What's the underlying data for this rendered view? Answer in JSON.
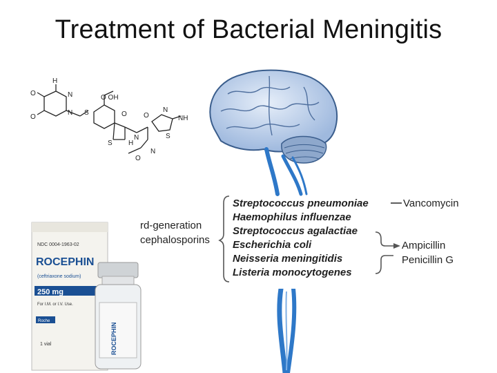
{
  "slide": {
    "title": "Treatment of Bacterial Meningitis"
  },
  "organisms": [
    "Streptococcus pneumoniae",
    "Haemophilus influenzae",
    "Streptococcus agalactiae",
    "Escherichia coli",
    "Neisseria meningitidis",
    "Listeria monocytogenes"
  ],
  "treatments": {
    "third_gen_line1": "rd-generation",
    "third_gen_line2": "cephalosporins",
    "vancomycin": "Vancomycin",
    "ampicillin": "Ampicillin",
    "penicillin": "Penicillin G"
  },
  "molecule_labels": {
    "o1": "O",
    "h1": "H",
    "n1": "N",
    "n2": "N",
    "n3": "N",
    "o2": "O",
    "o3": "O",
    "cooh": "O  OH",
    "s1": "S",
    "s2": "S",
    "nh2": "NH",
    "h2": "H",
    "n4": "N",
    "o4": "O",
    "n5": "N",
    "o5": "O",
    "s3": "S"
  },
  "vial_label": {
    "ndc": "NDC 0004-1963-02",
    "brand": "ROCEPHIN",
    "generic": "(ceftriaxone sodium)",
    "dose": "250 mg",
    "note": "For I.M. or I.V. Use.",
    "vial": "1 vial",
    "roche": "Roche"
  },
  "colors": {
    "brain_fill": "#c6d7ee",
    "brain_stroke": "#3a5d8c",
    "cord": "#2e78c8",
    "bracket": "#555555",
    "vial_text": "#1a4f93"
  }
}
